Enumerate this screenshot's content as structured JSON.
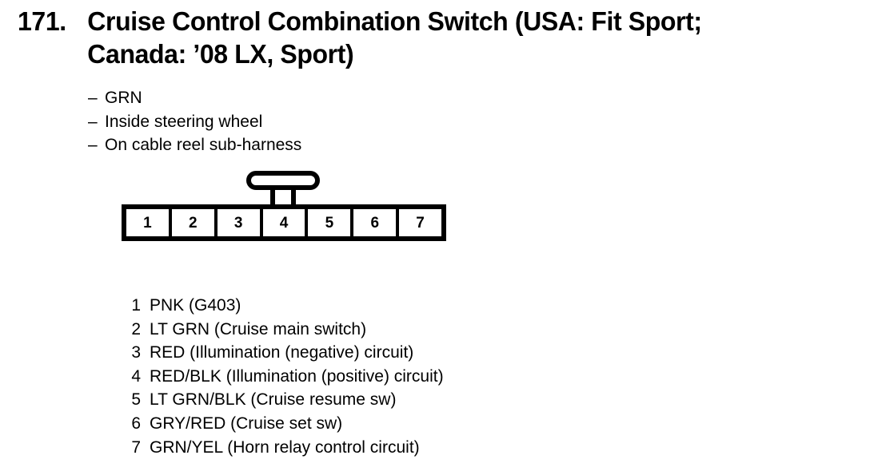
{
  "page": {
    "background_color": "#ffffff",
    "text_color": "#000000"
  },
  "header": {
    "item_number": "171.",
    "title_lines": [
      "Cruise Control Combination Switch (USA: Fit Sport;",
      "Canada: ’08 LX, Sport)"
    ],
    "title_full": "171. Cruise Control Combination Switch (USA: Fit Sport; Canada: '08 LX, Sport)"
  },
  "notes": {
    "dash": "–",
    "items": [
      "GRN",
      "Inside steering wheel",
      "On cable reel sub-harness"
    ]
  },
  "connector": {
    "cavity_count": 7,
    "cavities": [
      {
        "number": "1"
      },
      {
        "number": "2"
      },
      {
        "number": "3"
      },
      {
        "number": "4"
      },
      {
        "number": "5"
      },
      {
        "number": "6"
      },
      {
        "number": "7"
      }
    ],
    "lock_tab": {
      "shape": "rounded-rectangle-with-stem",
      "position": "top-center-over-cavity-4"
    },
    "outline_color": "#000000",
    "fill_color": "#ffffff"
  },
  "pin_list": [
    {
      "number": "1",
      "description": "PNK (G403)"
    },
    {
      "number": "2",
      "description": "LT GRN (Cruise main switch)"
    },
    {
      "number": "3",
      "description": "RED (Illumination (negative) circuit)"
    },
    {
      "number": "4",
      "description": "RED/BLK (Illumination (positive) circuit)"
    },
    {
      "number": "5",
      "description": "LT GRN/BLK (Cruise resume sw)"
    },
    {
      "number": "6",
      "description": "GRY/RED (Cruise set sw)"
    },
    {
      "number": "7",
      "description": "GRN/YEL (Horn relay control circuit)"
    }
  ]
}
